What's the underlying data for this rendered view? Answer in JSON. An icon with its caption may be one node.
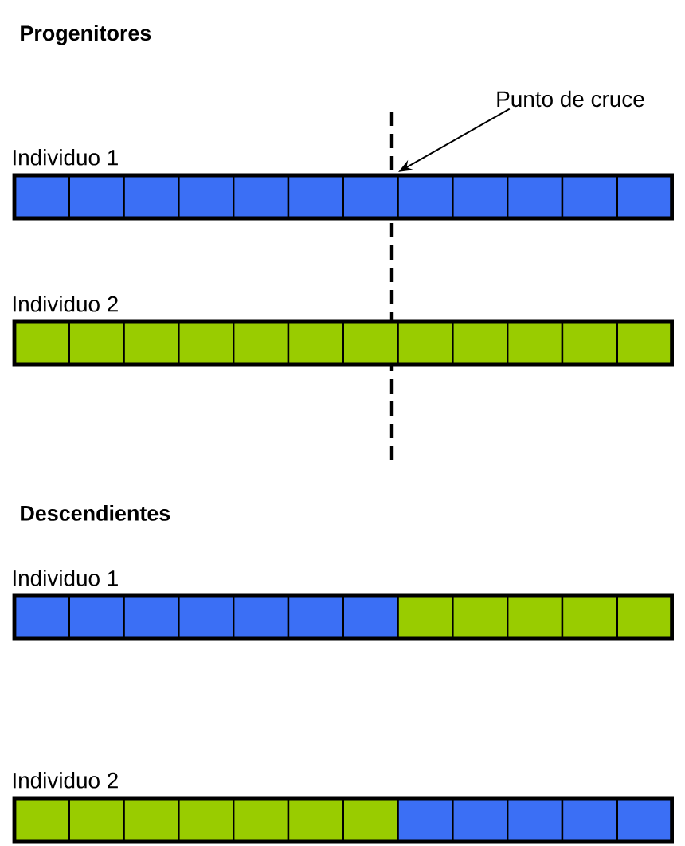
{
  "diagram": {
    "nodes": [
      {
        "text": [
          "Punto de cruce"
        ]
      },
      {
        "text": [
          "Individuo 1"
        ]
      },
      {
        "text": [
          "Individuo 2"
        ]
      },
      {
        "text": [
          "Individuo 1"
        ]
      },
      {
        "text": [
          "Individuo 2"
        ]
      }
    ],
    "edges": [
      {
        "from": 0,
        "to": 1,
        "arrow": "to"
      }
    ],
    "labels": [
      "Progenitores",
      "Descendientes"
    ]
  }
}
